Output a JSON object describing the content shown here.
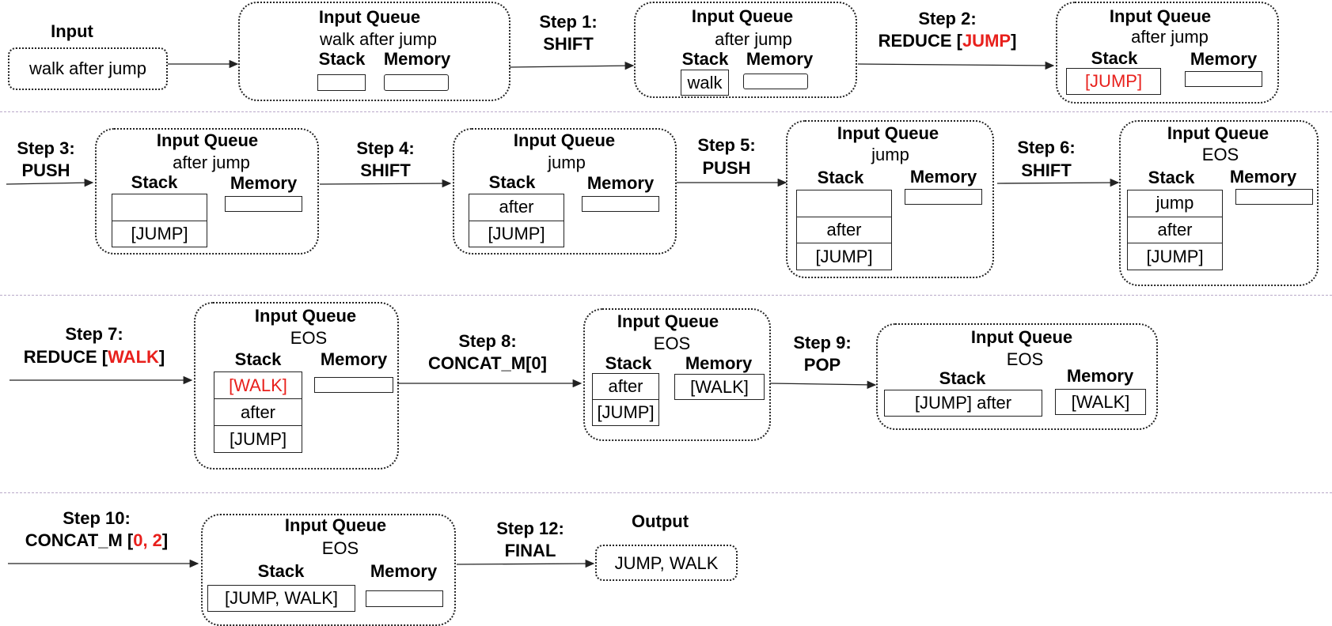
{
  "headings": {
    "queue": "Input Queue",
    "stack": "Stack",
    "memory": "Memory",
    "input": "Input",
    "output": "Output"
  },
  "input_text": "walk after jump",
  "output_text": "JUMP, WALK",
  "steps": {
    "s1": {
      "line1": "Step 1:",
      "line2": "SHIFT"
    },
    "s2": {
      "line1": "Step 2:",
      "line2_pre": "REDUCE [",
      "line2_red": "JUMP",
      "line2_post": "]"
    },
    "s3": {
      "line1": "Step 3:",
      "line2": "PUSH"
    },
    "s4": {
      "line1": "Step 4:",
      "line2": "SHIFT"
    },
    "s5": {
      "line1": "Step 5:",
      "line2": "PUSH"
    },
    "s6": {
      "line1": "Step 6:",
      "line2": "SHIFT"
    },
    "s7": {
      "line1": "Step 7:",
      "line2_pre": "REDUCE [",
      "line2_red": "WALK",
      "line2_post": "]"
    },
    "s8": {
      "line1": "Step 8:",
      "line2": "CONCAT_M[0]"
    },
    "s9": {
      "line1": "Step 9:",
      "line2": "POP"
    },
    "s10": {
      "line1": "Step 10:",
      "line2_pre": "CONCAT_M [",
      "line2_red": "0, 2",
      "line2_post": "]"
    },
    "s12": {
      "line1": "Step 12:",
      "line2": "FINAL"
    }
  },
  "states": {
    "A": {
      "queue": "walk after jump",
      "stack": [],
      "memory": ""
    },
    "B": {
      "queue": "after jump",
      "stack": [
        "walk"
      ],
      "memory": ""
    },
    "C": {
      "queue": "after jump",
      "stack": [
        "[JUMP]"
      ],
      "memory": "",
      "stack_highlight": true
    },
    "D": {
      "queue": "after jump",
      "stack": [
        "",
        "[JUMP]"
      ],
      "memory": ""
    },
    "E": {
      "queue": "jump",
      "stack": [
        "after",
        "[JUMP]"
      ],
      "memory": ""
    },
    "F": {
      "queue": "jump",
      "stack": [
        "",
        "after",
        "[JUMP]"
      ],
      "memory": ""
    },
    "G": {
      "queue": "EOS",
      "stack": [
        "jump",
        "after",
        "[JUMP]"
      ],
      "memory": ""
    },
    "H": {
      "queue": "EOS",
      "stack": [
        "[WALK]",
        "after",
        "[JUMP]"
      ],
      "memory": "",
      "stack_highlight": true
    },
    "I": {
      "queue": "EOS",
      "stack": [
        "after",
        "[JUMP]"
      ],
      "memory": "[WALK]"
    },
    "J": {
      "queue": "EOS",
      "stack": [
        "[JUMP] after"
      ],
      "memory": "[WALK]"
    },
    "K": {
      "queue": "EOS",
      "stack": [
        "[JUMP, WALK]"
      ],
      "memory": ""
    }
  },
  "colors": {
    "highlight": "#e8201c",
    "line": "#222222",
    "separator": "#b9a9c9"
  }
}
